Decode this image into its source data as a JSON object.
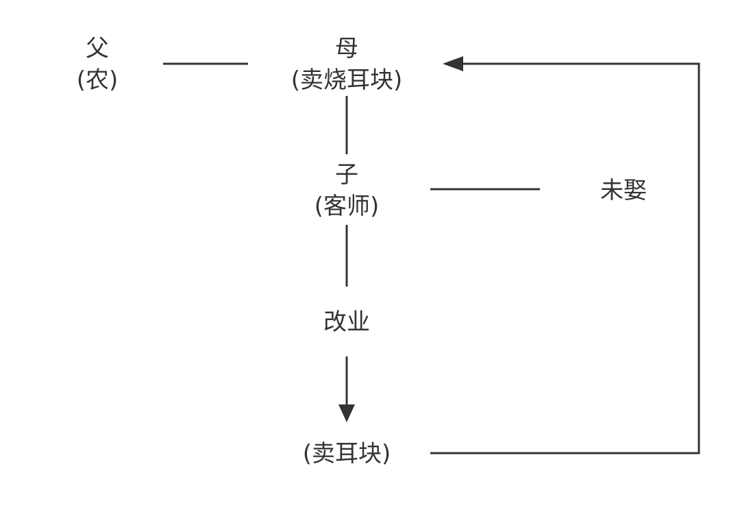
{
  "nodes": {
    "father": {
      "name": "父",
      "role": "(农)"
    },
    "mother": {
      "name": "母",
      "role": "(卖烧耳块)"
    },
    "son": {
      "name": "子",
      "role": "(客师)"
    },
    "unmarried": "未娶",
    "change_career": "改业",
    "result": "(卖耳块)"
  },
  "colors": {
    "line": "#333333",
    "text": "#333333"
  }
}
